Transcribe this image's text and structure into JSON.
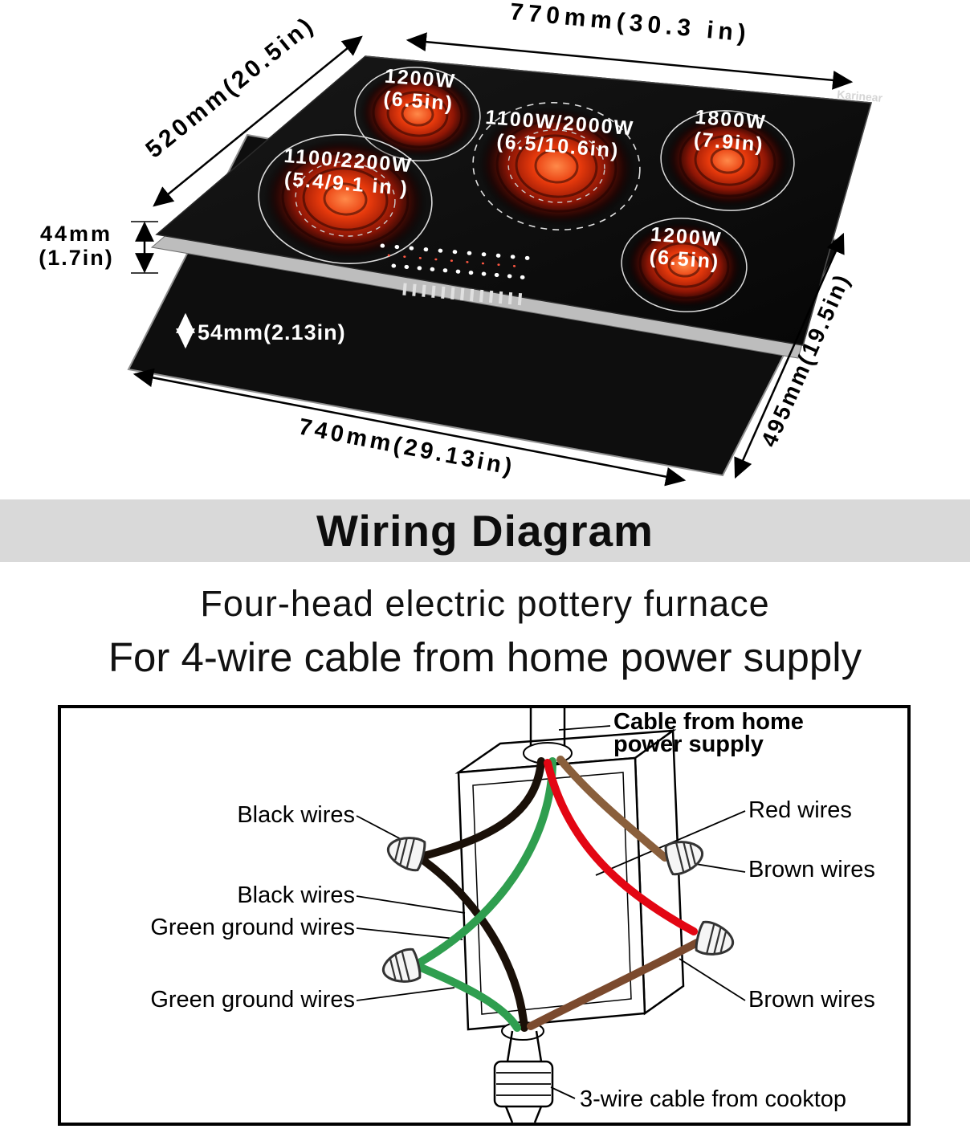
{
  "colors": {
    "glow_center": "#ff8a4a",
    "glow_mid": "#e83a0c",
    "glow_deep": "#8c1505",
    "glow_edge": "#260200",
    "wire_black": "#1a1008",
    "wire_green": "#2f9e4f",
    "wire_red": "#e30613",
    "wire_brown_light": "#8a5f3c",
    "wire_brown_dark": "#7b4a2e"
  },
  "cooktop": {
    "brand": "Karinear",
    "dimensions": {
      "width_top": "770mm(30.3 in)",
      "depth_left": "520mm(20.5in)",
      "thickness_line1": "44mm",
      "thickness_line2": "(1.7in)",
      "install_depth": "54mm(2.13in)",
      "cutout_width": "740mm(29.13in)",
      "cutout_depth": "495mm(19.5in)"
    },
    "burners": {
      "top_left": {
        "power": "1200W",
        "size": "(6.5in)"
      },
      "top_middle": {
        "power": "1100W/2000W",
        "size": "(6.5/10.6in)"
      },
      "top_right": {
        "power": "1800W",
        "size": "(7.9in)"
      },
      "middle_left": {
        "power": "1100/2200W",
        "size": "(5.4/9.1 in )"
      },
      "bottom_right": {
        "power": "1200W",
        "size": "(6.5in)"
      }
    }
  },
  "wiring": {
    "banner_title": "Wiring Diagram",
    "subtitle_line1": "Four-head electric pottery furnace",
    "subtitle_line2": "For 4-wire cable from home power supply",
    "labels": {
      "cable_top_line1": "Cable from home",
      "cable_top_line2": "power supply",
      "black_top": "Black wires",
      "black_mid": "Black wires",
      "green_top": "Green ground wires",
      "green_bottom": "Green ground wires",
      "red_right": "Red wires",
      "brown_top_right": "Brown wires",
      "brown_bottom_right": "Brown wires",
      "cable_bottom": "3-wire cable from cooktop"
    }
  }
}
